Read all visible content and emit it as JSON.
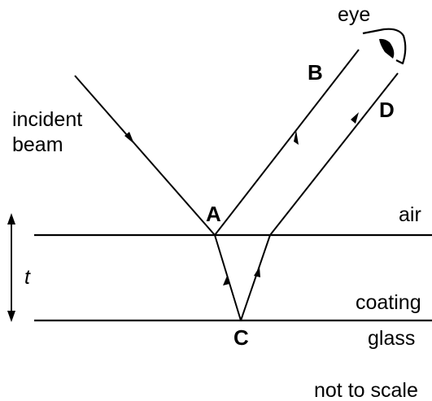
{
  "labels": {
    "eye": "eye",
    "incident_line1": "incident",
    "incident_line2": "beam",
    "B": "B",
    "D": "D",
    "A": "A",
    "C": "C",
    "air": "air",
    "t": "t",
    "coating": "coating",
    "glass": "glass",
    "not_to_scale": "not to scale"
  },
  "colors": {
    "line": "#000000",
    "background": "#ffffff"
  },
  "icons": [
    "eye-icon",
    "arrowhead-icon"
  ]
}
